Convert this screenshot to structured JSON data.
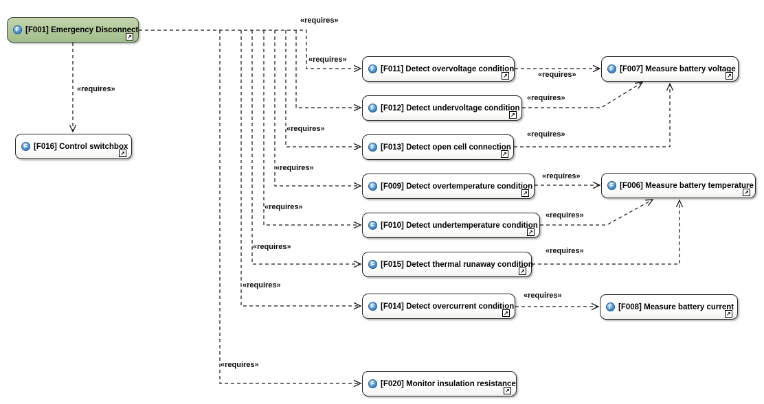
{
  "diagram": {
    "type": "dependency-diagram",
    "background_color": "#ffffff",
    "accent_green": "#a2bd8b",
    "icon_blue": "#2f6db0",
    "icons": {
      "function_badge": "F",
      "open_diagram": "↗"
    },
    "nodes": [
      {
        "id": "F001",
        "label": "[F001] Emergency Disconnect",
        "variant": "green"
      },
      {
        "id": "F016",
        "label": "[F016] Control switchbox",
        "variant": "white"
      },
      {
        "id": "F011",
        "label": "[F011] Detect overvoltage condition",
        "variant": "white"
      },
      {
        "id": "F012",
        "label": "[F012] Detect undervoltage condition",
        "variant": "white"
      },
      {
        "id": "F013",
        "label": "[F013] Detect open cell connection",
        "variant": "white"
      },
      {
        "id": "F009",
        "label": "[F009] Detect overtemperature condition",
        "variant": "white"
      },
      {
        "id": "F010",
        "label": "[F010] Detect undertemperature condition",
        "variant": "white"
      },
      {
        "id": "F015",
        "label": "[F015] Detect thermal runaway condition",
        "variant": "white"
      },
      {
        "id": "F014",
        "label": "[F014] Detect overcurrent condition",
        "variant": "white"
      },
      {
        "id": "F020",
        "label": "[F020] Monitor insulation resistance",
        "variant": "white"
      },
      {
        "id": "F007",
        "label": "[F007] Measure battery voltage",
        "variant": "white"
      },
      {
        "id": "F006",
        "label": "[F006] Measure battery temperature",
        "variant": "white"
      },
      {
        "id": "F008",
        "label": "[F008] Measure battery current",
        "variant": "white"
      }
    ],
    "edges": [
      {
        "from": "F001",
        "to": "F016",
        "label": "«requires»"
      },
      {
        "from": "F001",
        "to": "F012",
        "label": "«requires»"
      },
      {
        "from": "F001",
        "to": "F011",
        "label": "«requires»"
      },
      {
        "from": "F001",
        "to": "F013",
        "label": "«requires»"
      },
      {
        "from": "F001",
        "to": "F009",
        "label": "«requires»"
      },
      {
        "from": "F001",
        "to": "F010",
        "label": "«requires»"
      },
      {
        "from": "F001",
        "to": "F015",
        "label": "«requires»"
      },
      {
        "from": "F001",
        "to": "F014",
        "label": "«requires»"
      },
      {
        "from": "F001",
        "to": "F020",
        "label": "«requires»"
      },
      {
        "from": "F011",
        "to": "F007",
        "label": "«requires»"
      },
      {
        "from": "F012",
        "to": "F007",
        "label": "«requires»"
      },
      {
        "from": "F013",
        "to": "F007",
        "label": "«requires»"
      },
      {
        "from": "F009",
        "to": "F006",
        "label": "«requires»"
      },
      {
        "from": "F010",
        "to": "F006",
        "label": "«requires»"
      },
      {
        "from": "F015",
        "to": "F006",
        "label": "«requires»"
      },
      {
        "from": "F014",
        "to": "F008",
        "label": "«requires»"
      }
    ]
  }
}
